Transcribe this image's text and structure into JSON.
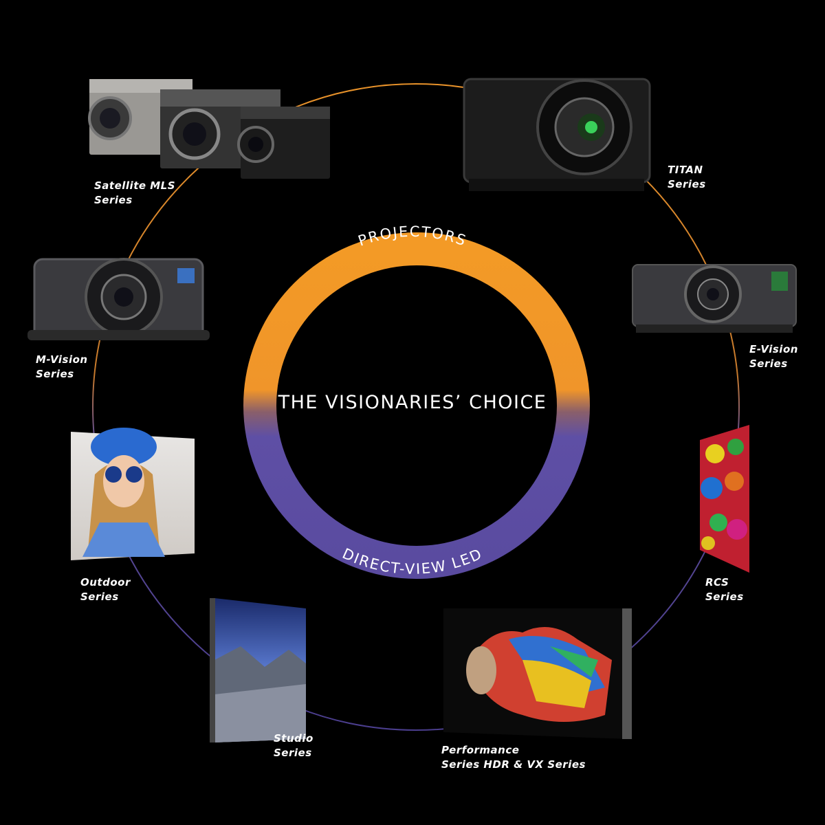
{
  "center_title": "THE VISIONARIES’ CHOICE",
  "ring_top_label": "PROJECTORS",
  "ring_bottom_label": "DIRECT-VIEW LED",
  "colors": {
    "background": "#000000",
    "projectors_accent": "#F39A26",
    "led_accent": "#5E4FA5",
    "outer_projector_line": "#E8922A",
    "outer_led_line": "#4B3E8E"
  },
  "products": [
    {
      "id": "satellite-mls",
      "category": "projectors",
      "line1": "Satellite MLS",
      "line2": "Series"
    },
    {
      "id": "titan",
      "category": "projectors",
      "line1": "TITAN",
      "line2": "Series"
    },
    {
      "id": "m-vision",
      "category": "projectors",
      "line1": "M-Vision",
      "line2": "Series"
    },
    {
      "id": "e-vision",
      "category": "projectors",
      "line1": "E-Vision",
      "line2": "Series"
    },
    {
      "id": "outdoor",
      "category": "led",
      "line1": "Outdoor",
      "line2": "Series"
    },
    {
      "id": "rcs",
      "category": "led",
      "line1": "RCS",
      "line2": "Series"
    },
    {
      "id": "studio",
      "category": "led",
      "line1": "Studio",
      "line2": "Series"
    },
    {
      "id": "performance",
      "category": "led",
      "line1": "Performance",
      "line2": "Series HDR & VX Series"
    }
  ]
}
